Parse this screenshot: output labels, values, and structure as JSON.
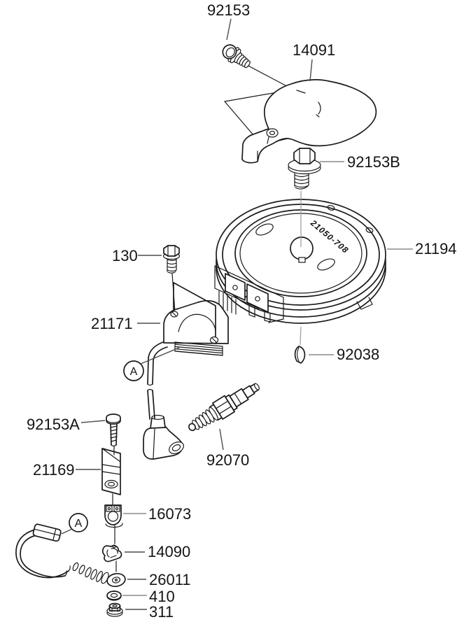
{
  "diagram_labels": {
    "p92153": "92153",
    "p14091": "14091",
    "p92153B": "92153B",
    "p21194": "21194",
    "p130": "130",
    "p21171": "21171",
    "p92038": "92038",
    "p92153A": "92153A",
    "p21169": "21169",
    "p92070": "92070",
    "p16073": "16073",
    "p14090": "14090",
    "p26011": "26011",
    "p410": "410",
    "p311": "311"
  },
  "markers": {
    "view_a": "A"
  },
  "flywheel": {
    "stamp": "21050-708"
  },
  "colors": {
    "line": "#1a1a1a",
    "leader": "#4d4d4d",
    "leader_light": "#8a8a8a",
    "background": "#ffffff"
  }
}
